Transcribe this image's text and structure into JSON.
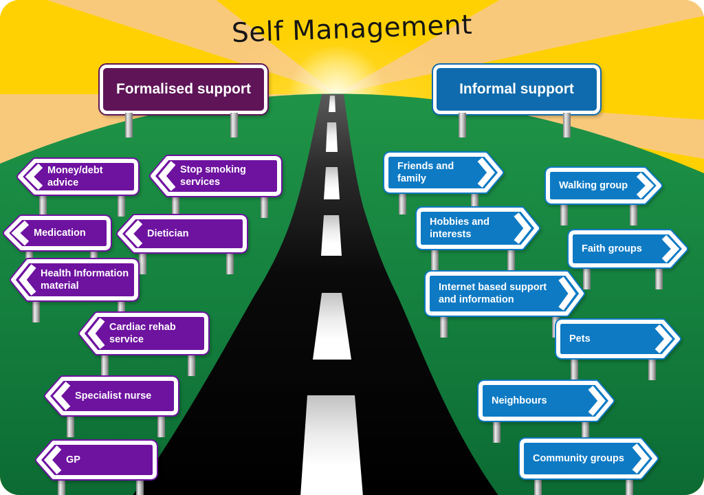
{
  "title": "Self Management",
  "colors": {
    "sky_gold": "#FFD103",
    "sky_pale": "#F9C97B",
    "grass_top": "#1F9447",
    "grass_bottom": "#0C6B33",
    "road_dark": "#000000",
    "lane_white": "#FFFFFF",
    "formal_header_bg": "#5E1457",
    "formal_sign_bg": "#6E12A0",
    "informal_header_bg": "#0F6BAD",
    "informal_sign_bg": "#0E7AC4",
    "sign_text": "#FFFFFF",
    "title_color": "#151515"
  },
  "formal": {
    "header": "Formalised support",
    "signs": [
      {
        "label": "Money/debt advice"
      },
      {
        "label": "Stop smoking\nservices"
      },
      {
        "label": "Medication"
      },
      {
        "label": "Dietician"
      },
      {
        "label": "Health Information\nmaterial"
      },
      {
        "label": "Cardiac rehab\nservice"
      },
      {
        "label": "Specialist nurse"
      },
      {
        "label": "GP"
      }
    ]
  },
  "informal": {
    "header": "Informal support",
    "signs": [
      {
        "label": "Friends and\nfamily"
      },
      {
        "label": "Walking group"
      },
      {
        "label": "Hobbies and\ninterests"
      },
      {
        "label": "Faith groups"
      },
      {
        "label": "Internet based support\nand information"
      },
      {
        "label": "Pets"
      },
      {
        "label": "Neighbours"
      },
      {
        "label": "Community groups"
      }
    ]
  }
}
